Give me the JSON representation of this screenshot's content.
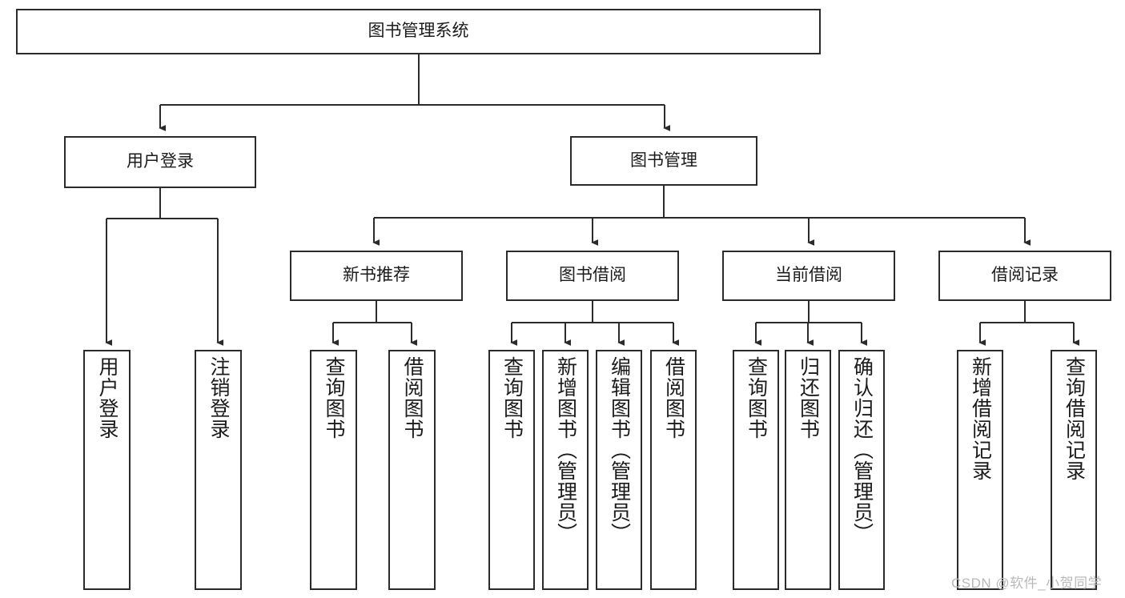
{
  "diagram": {
    "title": "图书管理系统",
    "type": "tree-hierarchy-diagram",
    "watermark": "CSDN @软件_小贺同学",
    "colors": {
      "box_border": "#2b2b2b",
      "box_fill": "#ffffff",
      "connector": "#2b2b2b",
      "text": "#1b1b1b",
      "watermark": "#b9b9b9",
      "background": "#ffffff"
    }
  },
  "nodes": {
    "root": {
      "label": "图书管理系统",
      "level": 1,
      "orientation": "horizontal"
    },
    "level2": [
      {
        "id": "user-login",
        "label": "用户登录",
        "level": 2,
        "orientation": "horizontal"
      },
      {
        "id": "book-management",
        "label": "图书管理",
        "level": 2,
        "orientation": "horizontal"
      }
    ],
    "level3": [
      {
        "id": "new-book-recommend",
        "label": "新书推荐",
        "level": 3,
        "orientation": "horizontal"
      },
      {
        "id": "book-borrow",
        "label": "图书借阅",
        "level": 3,
        "orientation": "horizontal"
      },
      {
        "id": "current-borrow",
        "label": "当前借阅",
        "level": 3,
        "orientation": "horizontal"
      },
      {
        "id": "borrow-record",
        "label": "借阅记录",
        "level": 3,
        "orientation": "horizontal"
      }
    ],
    "leaves": {
      "user_login": [
        {
          "id": "leaf-user-login",
          "label": "用户登录",
          "orientation": "vertical"
        },
        {
          "id": "leaf-logout-login",
          "label": "注销登录",
          "orientation": "vertical"
        }
      ],
      "new_book_recommend": [
        {
          "id": "leaf-query-book-1",
          "label": "查询图书",
          "orientation": "vertical"
        },
        {
          "id": "leaf-borrow-book-1",
          "label": "借阅图书",
          "orientation": "vertical"
        }
      ],
      "book_borrow": [
        {
          "id": "leaf-query-book-2",
          "label": "查询图书",
          "orientation": "vertical"
        },
        {
          "id": "leaf-add-book-admin",
          "label": "新增图书（管理员）",
          "orientation": "vertical"
        },
        {
          "id": "leaf-edit-book-admin",
          "label": "编辑图书（管理员）",
          "orientation": "vertical"
        },
        {
          "id": "leaf-borrow-book-2",
          "label": "借阅图书",
          "orientation": "vertical"
        }
      ],
      "current_borrow": [
        {
          "id": "leaf-query-book-3",
          "label": "查询图书",
          "orientation": "vertical"
        },
        {
          "id": "leaf-return-book",
          "label": "归还图书",
          "orientation": "vertical"
        },
        {
          "id": "leaf-confirm-return-admin",
          "label": "确认归还（管理员）",
          "orientation": "vertical"
        }
      ],
      "borrow_record": [
        {
          "id": "leaf-add-borrow-record",
          "label": "新增借阅记录",
          "orientation": "vertical"
        },
        {
          "id": "leaf-query-borrow-record",
          "label": "查询借阅记录",
          "orientation": "vertical"
        }
      ]
    }
  },
  "edges": [
    {
      "from": "图书管理系统",
      "to": "用户登录"
    },
    {
      "from": "图书管理系统",
      "to": "图书管理"
    },
    {
      "from": "图书管理",
      "to": "新书推荐"
    },
    {
      "from": "图书管理",
      "to": "图书借阅"
    },
    {
      "from": "图书管理",
      "to": "当前借阅"
    },
    {
      "from": "图书管理",
      "to": "借阅记录"
    },
    {
      "from": "用户登录",
      "to": "用户登录"
    },
    {
      "from": "用户登录",
      "to": "注销登录"
    },
    {
      "from": "新书推荐",
      "to": "查询图书"
    },
    {
      "from": "新书推荐",
      "to": "借阅图书"
    },
    {
      "from": "图书借阅",
      "to": "查询图书"
    },
    {
      "from": "图书借阅",
      "to": "新增图书（管理员）"
    },
    {
      "from": "图书借阅",
      "to": "编辑图书（管理员）"
    },
    {
      "from": "图书借阅",
      "to": "借阅图书"
    },
    {
      "from": "当前借阅",
      "to": "查询图书"
    },
    {
      "from": "当前借阅",
      "to": "归还图书"
    },
    {
      "from": "当前借阅",
      "to": "确认归还（管理员）"
    },
    {
      "from": "借阅记录",
      "to": "新增借阅记录"
    },
    {
      "from": "借阅记录",
      "to": "查询借阅记录"
    }
  ]
}
